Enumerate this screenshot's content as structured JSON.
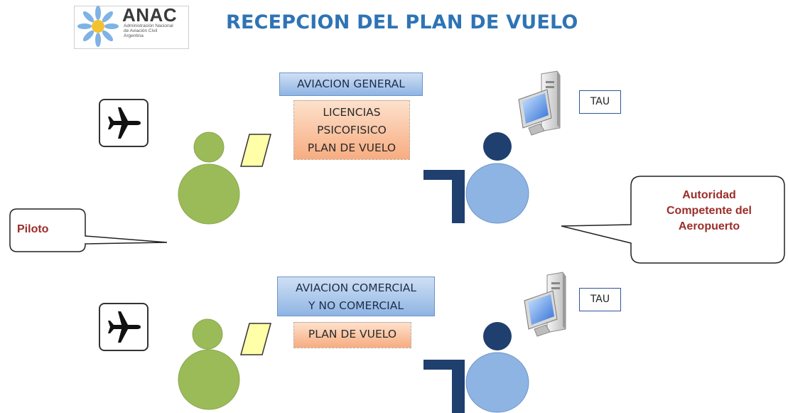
{
  "logo": {
    "name": "ANAC",
    "subtitle_lines": [
      "Administración Nacional",
      "de Aviación Civil",
      "Argentina"
    ]
  },
  "title": "RECEPCION DEL PLAN DE VUELO",
  "top_section": {
    "category": "AVIACION GENERAL",
    "documents": [
      "LICENCIAS",
      "PSICOFISICO",
      "PLAN DE VUELO"
    ],
    "terminal_label": "TAU"
  },
  "bottom_section": {
    "category_lines": [
      "AVIACION COMERCIAL",
      "Y NO COMERCIAL"
    ],
    "documents": [
      "PLAN DE VUELO"
    ],
    "terminal_label": "TAU"
  },
  "callouts": {
    "pilot": "Piloto",
    "authority_lines": [
      "Autoridad",
      "Competente del",
      "Aeropuerto"
    ]
  },
  "colors": {
    "pilot_green": "#9bbb59",
    "officer_body_blue": "#8eb4e3",
    "officer_head_navy": "#1f3f6e",
    "title_blue": "#2e74b5",
    "callout_text_red": "#9b2d2a"
  }
}
